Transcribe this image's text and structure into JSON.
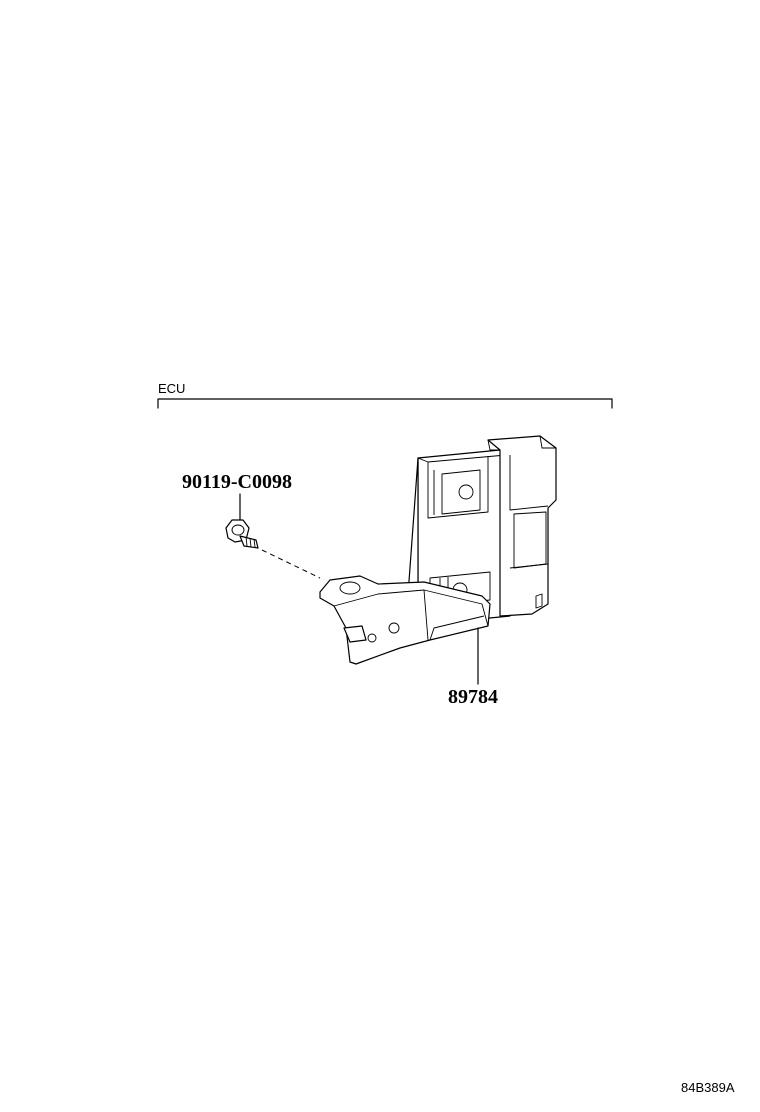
{
  "section": {
    "label": "ECU"
  },
  "parts": {
    "bolt_number": "90119-C0098",
    "bracket_number": "89784"
  },
  "footer": {
    "diagram_code": "84B389A"
  }
}
